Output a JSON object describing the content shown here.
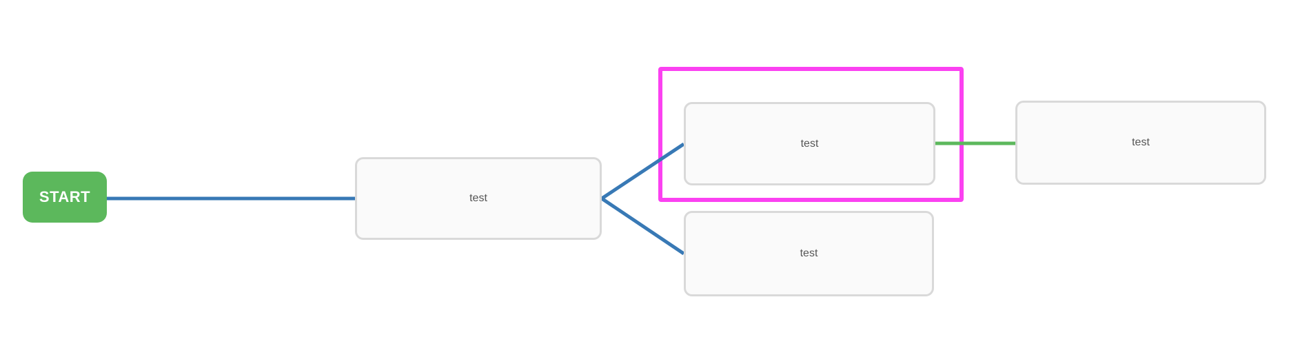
{
  "start_node": {
    "label": "START"
  },
  "nodes": [
    {
      "label": "test",
      "selected": false
    },
    {
      "label": "test",
      "selected": true
    },
    {
      "label": "test",
      "selected": false
    },
    {
      "label": "test",
      "selected": false
    }
  ],
  "connections": [
    {
      "from": "start",
      "to": "node-1",
      "color": "#3879b5"
    },
    {
      "from": "node-1",
      "to": "node-2",
      "color": "#3879b5"
    },
    {
      "from": "node-1",
      "to": "node-3",
      "color": "#3879b5"
    },
    {
      "from": "node-2",
      "to": "node-4",
      "color": "#5cb85c"
    }
  ],
  "colors": {
    "canvas_bg": "#ffffff",
    "start_bg": "#5cb85c",
    "start_text": "#ffffff",
    "edge_blue": "#3879b5",
    "edge_green": "#5cb85c",
    "selection_border": "#fb41f1",
    "node_bg": "#fafafa",
    "node_border": "#d9d9d9",
    "node_text": "#555555"
  }
}
